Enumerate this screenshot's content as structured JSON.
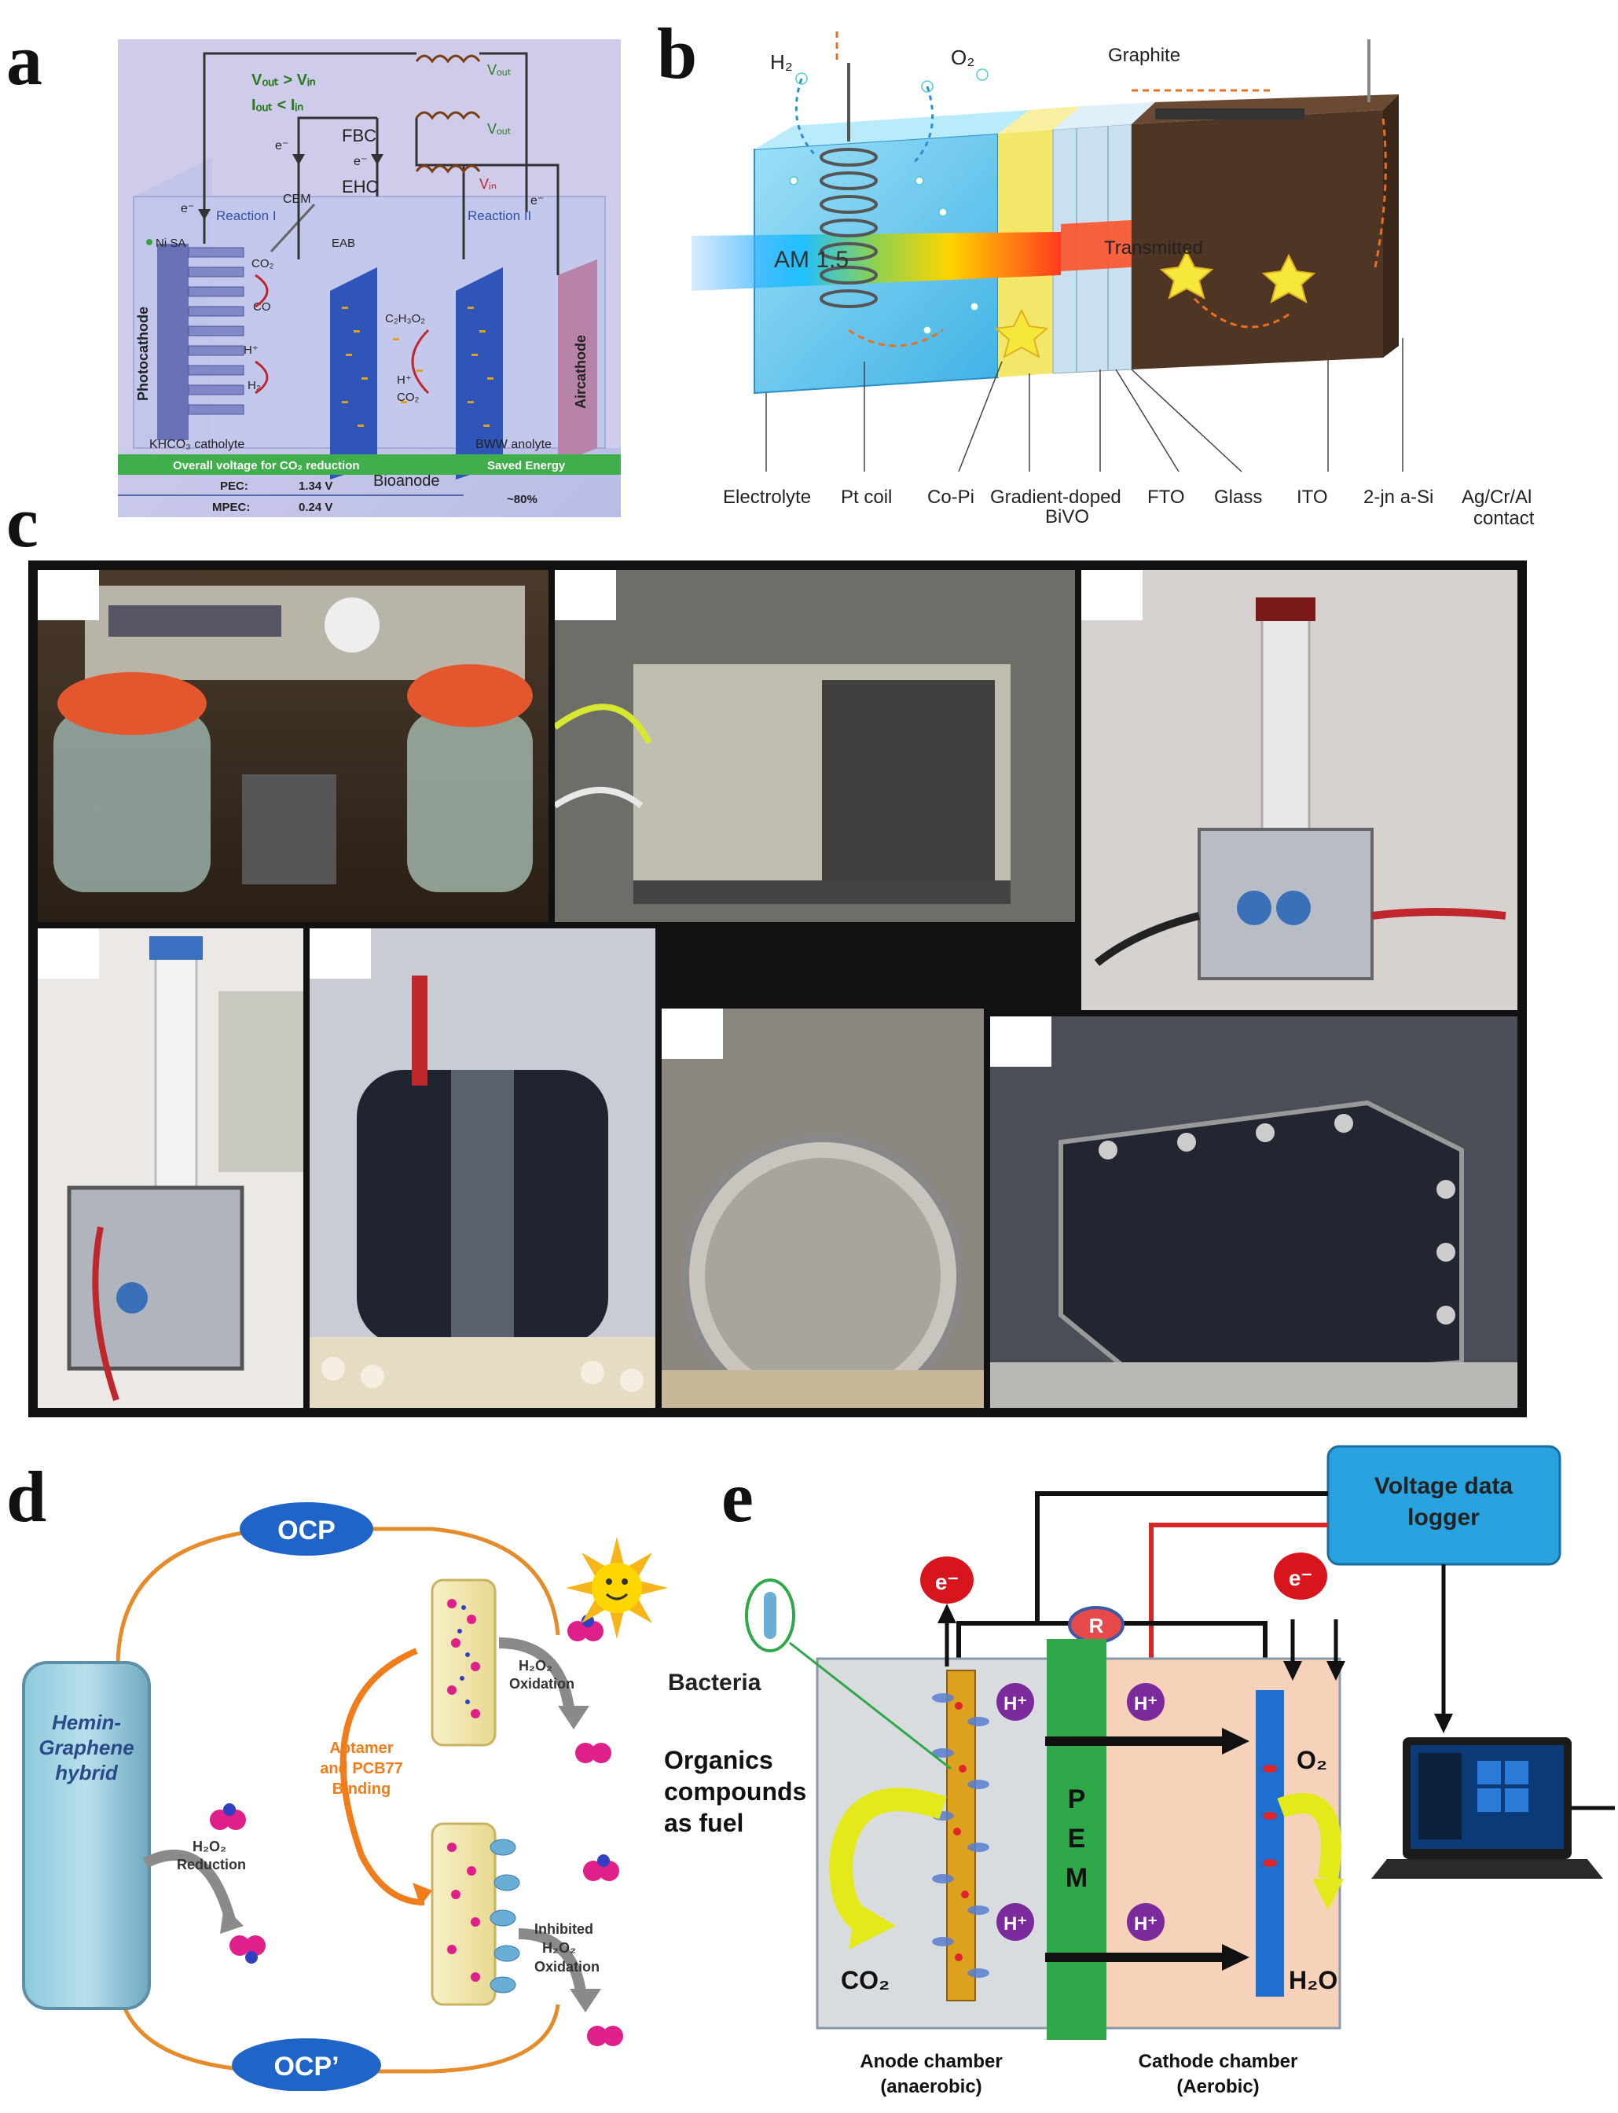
{
  "labels": {
    "a": "a",
    "b": "b",
    "c": "c",
    "d": "d",
    "e": "e"
  },
  "panel_a": {
    "vout_gt_vin": "V",
    "vout_gt_vin_full": "Vₒᵤₜ > Vᵢₙ",
    "iout_lt_iin_full": "Iₒᵤₜ < Iᵢₙ",
    "fbc": "FBC",
    "ehc": "EHC",
    "cem": "CEM",
    "vout1": "Vₒᵤₜ",
    "vout2": "Vₒᵤₜ",
    "vin": "Vᵢₙ",
    "e1": "e⁻",
    "e2": "e⁻",
    "e3": "e⁻",
    "e4": "e⁻",
    "reaction1": "Reaction I",
    "reaction2": "Reaction II",
    "ni_sa": "Ni SA",
    "eab": "EAB",
    "co2": "CO₂",
    "co": "CO",
    "hplus": "H⁺",
    "h2": "H₂",
    "c2h3o2": "C₂H₃O₂",
    "hplus2": "H⁺",
    "co2b": "CO₂",
    "photocathode": "Photocathode",
    "aircathode": "Aircathode",
    "bioanode": "Bioanode",
    "khco3": "KHCO₃ catholyte",
    "bww": "BWW anolyte",
    "overall": "Overall voltage for CO₂ reduction",
    "saved": "Saved Energy",
    "pec_label": "PEC:",
    "pec_val": "1.34 V",
    "mpec_label": "MPEC:",
    "mpec_val": "0.24 V",
    "saved_val": "~80%"
  },
  "panel_b": {
    "h2": "H₂",
    "o2": "O₂",
    "graphite": "Graphite",
    "am15": "AM 1.5",
    "transmitted": "Transmitted",
    "labels": [
      "Electrolyte",
      "Pt coil",
      "Co-Pi",
      "Gradient-doped",
      "FTO",
      "Glass",
      "ITO",
      "2-jn a-Si",
      "Ag/Cr/Al"
    ],
    "bivo": "BiVO",
    "contact": "contact"
  },
  "panel_d": {
    "ocp": "OCP",
    "ocp2": "OCP’",
    "hemin1": "Hemin-",
    "hemin2": "Graphene",
    "hemin3": "hybrid",
    "h2o2_red1": "H₂O₂",
    "h2o2_red2": "Reduction",
    "h2o2_ox1": "H₂O₂",
    "h2o2_ox2": "Oxidation",
    "aptamer1": "Aptamer",
    "aptamer2": "and PCB77",
    "aptamer3": "Binding",
    "inhib1": "Inhibited",
    "inhib2": "H₂O₂",
    "inhib3": "Oxidation"
  },
  "panel_e": {
    "logger1": "Voltage data",
    "logger2": "logger",
    "bacteria": "Bacteria",
    "e1": "e⁻",
    "e2": "e⁻",
    "r": "R",
    "organics1": "Organics",
    "organics2": "compounds",
    "organics3": "as fuel",
    "hplus": "H⁺",
    "o2": "O₂",
    "pem_p": "P",
    "pem_e": "E",
    "pem_m": "M",
    "co2": "CO₂",
    "h2o": "H₂O",
    "anode1": "Anode chamber",
    "anode2": "(anaerobic)",
    "cathode1": "Cathode chamber",
    "cathode2": "(Aerobic)"
  }
}
